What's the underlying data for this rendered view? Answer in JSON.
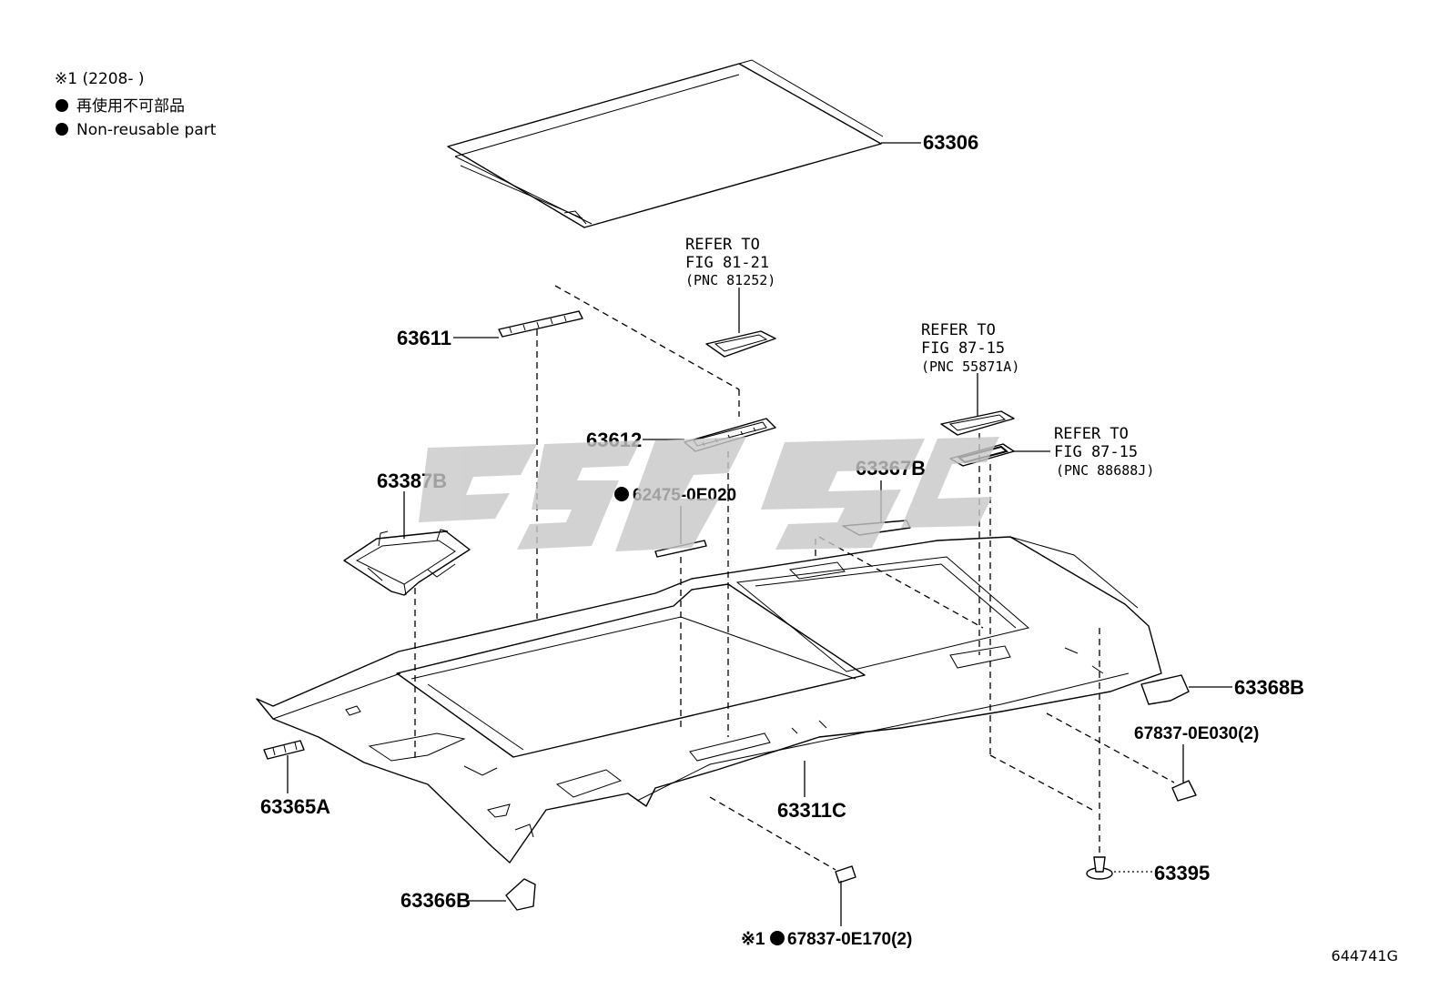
{
  "legend": {
    "range_note": "※1 (2208-       )",
    "non_reusable_ja": "再使用不可部品",
    "non_reusable_en": "Non-reusable part"
  },
  "parts": {
    "p63306": "63306",
    "p63611": "63611",
    "p63612": "63612",
    "p63387B": "63387B",
    "p62475": "62475-0E020",
    "p63367B": "63367B",
    "p63368B": "63368B",
    "p67837_030": "67837-0E030(2)",
    "p63365A": "63365A",
    "p63311C": "63311C",
    "p63366B": "63366B",
    "p67837_170": "67837-0E170(2)",
    "p63395": "63395",
    "star_prefix": "※1"
  },
  "refs": {
    "r1": {
      "line1": "REFER TO",
      "line2": "FIG 81-21",
      "line3": "(PNC 81252)"
    },
    "r2": {
      "line1": "REFER TO",
      "line2": "FIG 87-15",
      "line3": "(PNC 55871A)"
    },
    "r3": {
      "line1": "REFER TO",
      "line2": "FIG 87-15",
      "line3": "(PNC 88688J)"
    }
  },
  "figure_id": "644741G",
  "icons": {
    "non_reusable_marker": "filled-circle-icon",
    "watermark": "cusc-watermark-logo"
  },
  "colors": {
    "line": "#000000",
    "background": "#ffffff",
    "watermark": "#c8c8c8"
  }
}
